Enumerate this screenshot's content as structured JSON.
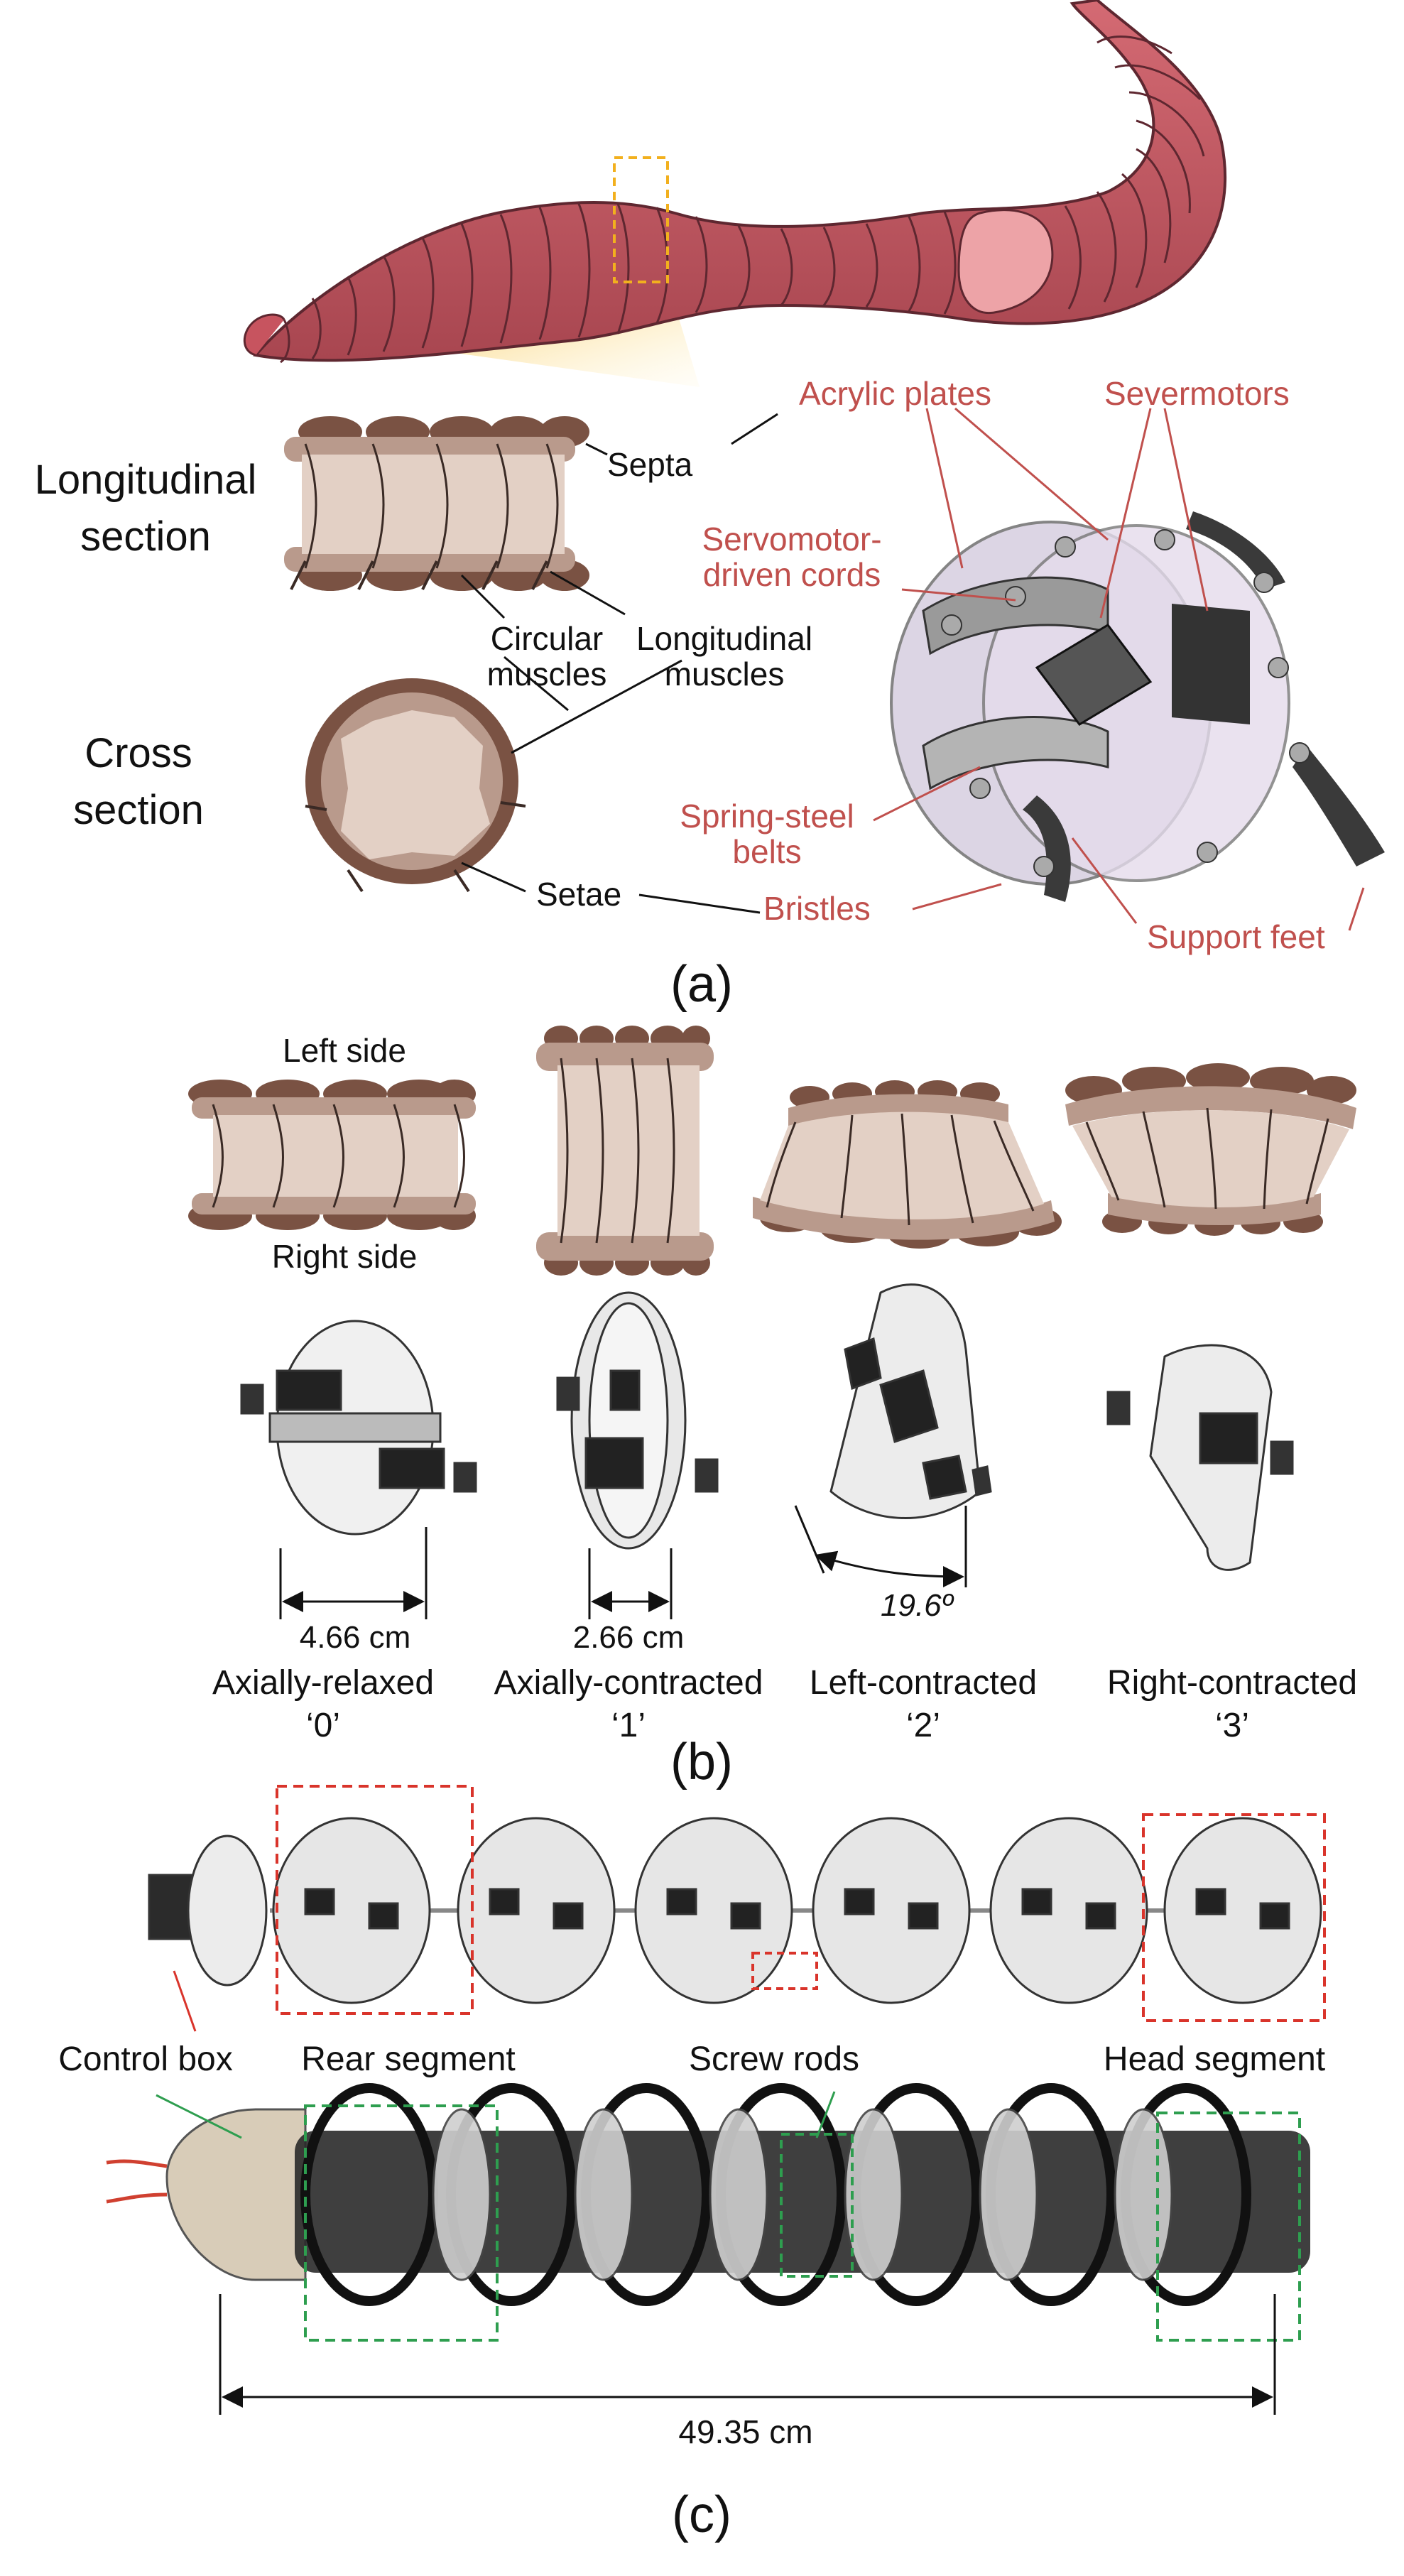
{
  "panel_a": {
    "label": "(a)",
    "long_section": [
      "Longitudinal",
      "section"
    ],
    "cross_section": [
      "Cross",
      "section"
    ],
    "septa": "Septa",
    "circular": [
      "Circular",
      "muscles"
    ],
    "longitudinal": [
      "Longitudinal",
      "muscles"
    ],
    "setae": "Setae",
    "acrylic": "Acrylic plates",
    "severmotors": "Severmotors",
    "cords": [
      "Servomotor-",
      "driven cords"
    ],
    "belts": [
      "Spring-steel",
      "belts"
    ],
    "bristles": "Bristles",
    "support": "Support feet"
  },
  "panel_b": {
    "label": "(b)",
    "left_side": "Left side",
    "right_side": "Right side",
    "dim1": "4.66 cm",
    "dim2": "2.66 cm",
    "angle": "19.6º",
    "states": [
      {
        "name": "Axially-relaxed",
        "code": "‘0’"
      },
      {
        "name": "Axially-contracted",
        "code": "‘1’"
      },
      {
        "name": "Left-contracted",
        "code": "‘2’"
      },
      {
        "name": "Right-contracted",
        "code": "‘3’"
      }
    ]
  },
  "panel_c": {
    "label": "(c)",
    "control_box": "Control box",
    "rear": "Rear segment",
    "screw": "Screw rods",
    "head": "Head segment",
    "length": "49.35 cm"
  },
  "colors": {
    "worm_body": "#c7545f",
    "worm_clitellum": "#eda3a7",
    "section_body": "#e3d0c5",
    "section_dark": "#7a5243",
    "callout_red": "#c0504d",
    "box_red": "#d9342b",
    "box_green": "#2e9e4f",
    "highlight": "#f2b01e"
  }
}
